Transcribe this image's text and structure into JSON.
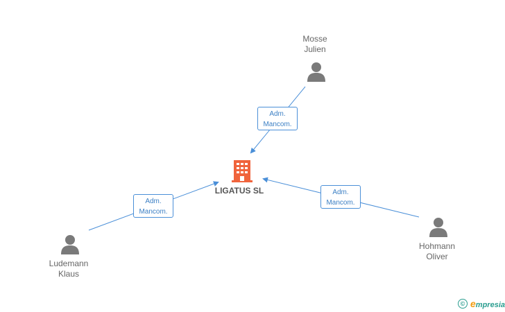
{
  "company": {
    "name": "LIGATUS SL",
    "color": "#f0643c"
  },
  "people": [
    {
      "id": "mosse",
      "line1": "Mosse",
      "line2": "Julien"
    },
    {
      "id": "ludemann",
      "line1": "Ludemann",
      "line2": "Klaus"
    },
    {
      "id": "hohmann",
      "line1": "Hohmann",
      "line2": "Oliver"
    }
  ],
  "relations": [
    {
      "from": "mosse",
      "line1": "Adm.",
      "line2": "Mancom."
    },
    {
      "from": "ludemann",
      "line1": "Adm.",
      "line2": "Mancom."
    },
    {
      "from": "hohmann",
      "line1": "Adm.",
      "line2": "Mancom."
    }
  ],
  "colors": {
    "edge": "#4a8fd8",
    "person_icon": "#7a7a7a",
    "text": "#666666"
  },
  "footer": {
    "copyright_symbol": "©",
    "brand_initial": "e",
    "brand_rest": "mpresia"
  }
}
